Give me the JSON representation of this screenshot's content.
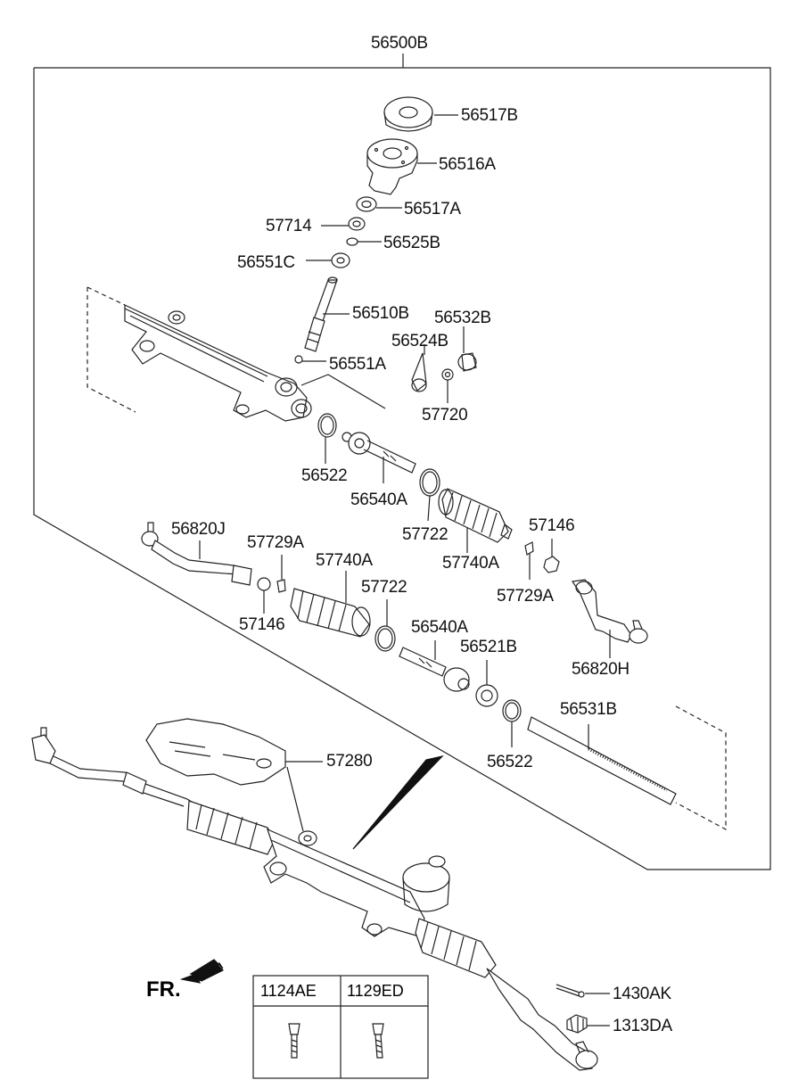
{
  "assembly": {
    "part_no": "56500B"
  },
  "parts": [
    {
      "id": "p1",
      "label": "56517B"
    },
    {
      "id": "p2",
      "label": "56516A"
    },
    {
      "id": "p3",
      "label": "56517A"
    },
    {
      "id": "p4",
      "label": "57714"
    },
    {
      "id": "p5",
      "label": "56525B"
    },
    {
      "id": "p6",
      "label": "56551C"
    },
    {
      "id": "p7",
      "label": "56510B"
    },
    {
      "id": "p8",
      "label": "56532B"
    },
    {
      "id": "p9",
      "label": "56524B"
    },
    {
      "id": "p10",
      "label": "56551A"
    },
    {
      "id": "p11",
      "label": "57720"
    },
    {
      "id": "p12",
      "label": "56522"
    },
    {
      "id": "p13",
      "label": "56540A"
    },
    {
      "id": "p14",
      "label": "57722"
    },
    {
      "id": "p15",
      "label": "57740A"
    },
    {
      "id": "p16",
      "label": "57146"
    },
    {
      "id": "p17",
      "label": "56820J"
    },
    {
      "id": "p18",
      "label": "57729A"
    },
    {
      "id": "p19",
      "label": "57740A"
    },
    {
      "id": "p20",
      "label": "57722"
    },
    {
      "id": "p21",
      "label": "57729A"
    },
    {
      "id": "p22",
      "label": "57146"
    },
    {
      "id": "p23",
      "label": "56540A"
    },
    {
      "id": "p24",
      "label": "56521B"
    },
    {
      "id": "p25",
      "label": "56820H"
    },
    {
      "id": "p26",
      "label": "56531B"
    },
    {
      "id": "p27",
      "label": "56522"
    },
    {
      "id": "p28",
      "label": "57280"
    },
    {
      "id": "p29",
      "label": "1430AK"
    },
    {
      "id": "p30",
      "label": "1313DA"
    }
  ],
  "direction": {
    "label": "FR."
  },
  "fastener_table": {
    "col1": "1124AE",
    "col2": "1129ED"
  }
}
